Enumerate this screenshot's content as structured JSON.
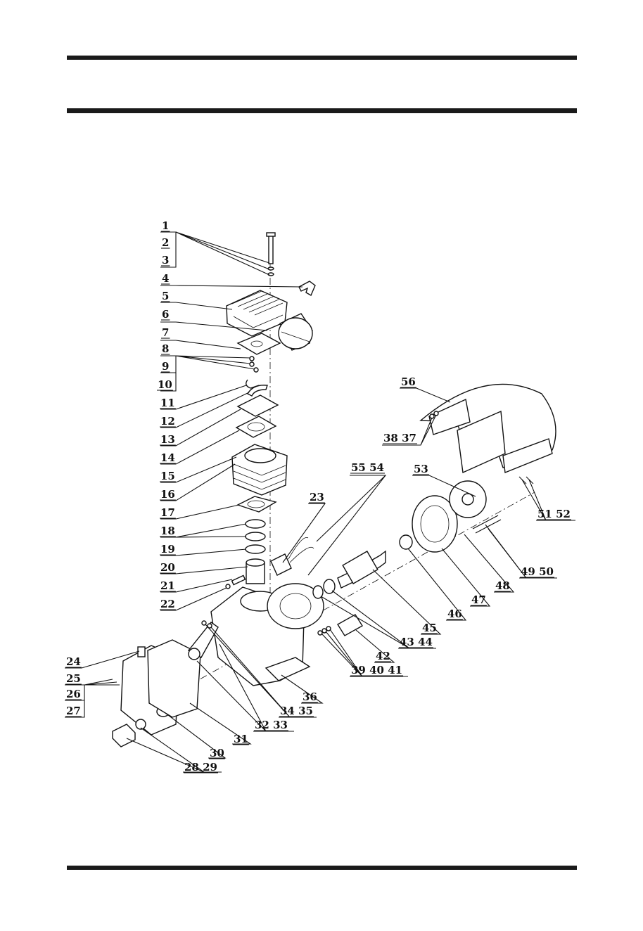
{
  "labels": [
    "1",
    "2",
    "3",
    "4",
    "5",
    "6",
    "7",
    "8",
    "9",
    "10",
    "11",
    "12",
    "13",
    "14",
    "15",
    "16",
    "17",
    "18",
    "19",
    "20",
    "21",
    "22",
    "23",
    "24",
    "25",
    "26",
    "27",
    "28 29",
    "30",
    "31",
    "32 33",
    "34 35",
    "36",
    "39 40 41",
    "42",
    "43 44",
    "45",
    "46",
    "47",
    "48",
    "49 50",
    "51 52",
    "53",
    "55 54",
    "38 37",
    "56"
  ]
}
